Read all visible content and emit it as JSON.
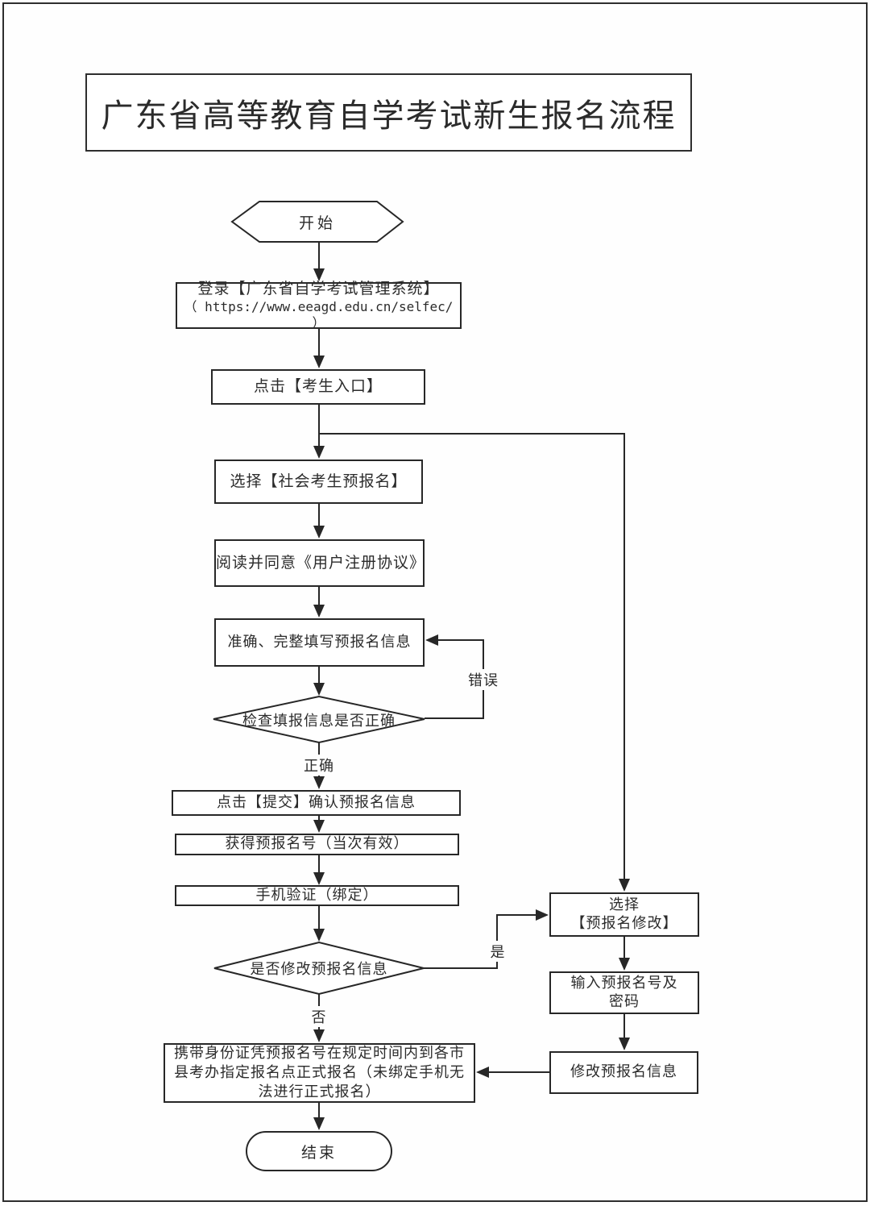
{
  "title": "广东省高等教育自学考试新生报名流程",
  "nodes": {
    "start": "开始",
    "login_line1": "登录【广东省自学考试管理系统】",
    "login_line2": "（ https://www.eeagd.edu.cn/selfec/ ）",
    "entrance": "点击【考生入口】",
    "choose_prereg": "选择【社会考生预报名】",
    "agreement": "阅读并同意《用户注册协议》",
    "fill_info": "准确、完整填写预报名信息",
    "check_decision": "检查填报信息是否正确",
    "submit": "点击【提交】确认预报名信息",
    "get_number": "获得预报名号（当次有效）",
    "phone_verify": "手机验证（绑定）",
    "modify_decision": "是否修改预报名信息",
    "formal_reg": "携带身份证凭预报名号在规定时间内到各市县考办指定报名点正式报名（未绑定手机无法进行正式报名）",
    "end": "结束",
    "choose_modify_line1": "选择",
    "choose_modify_line2": "【预报名修改】",
    "input_number_line1": "输入预报名号及",
    "input_number_line2": "密码",
    "modify_info": "修改预报名信息"
  },
  "edge_labels": {
    "error": "错误",
    "correct": "正确",
    "yes": "是",
    "no": "否"
  },
  "colors": {
    "line": "#272727",
    "background": "#fefefe",
    "text": "#2b2b2b"
  }
}
